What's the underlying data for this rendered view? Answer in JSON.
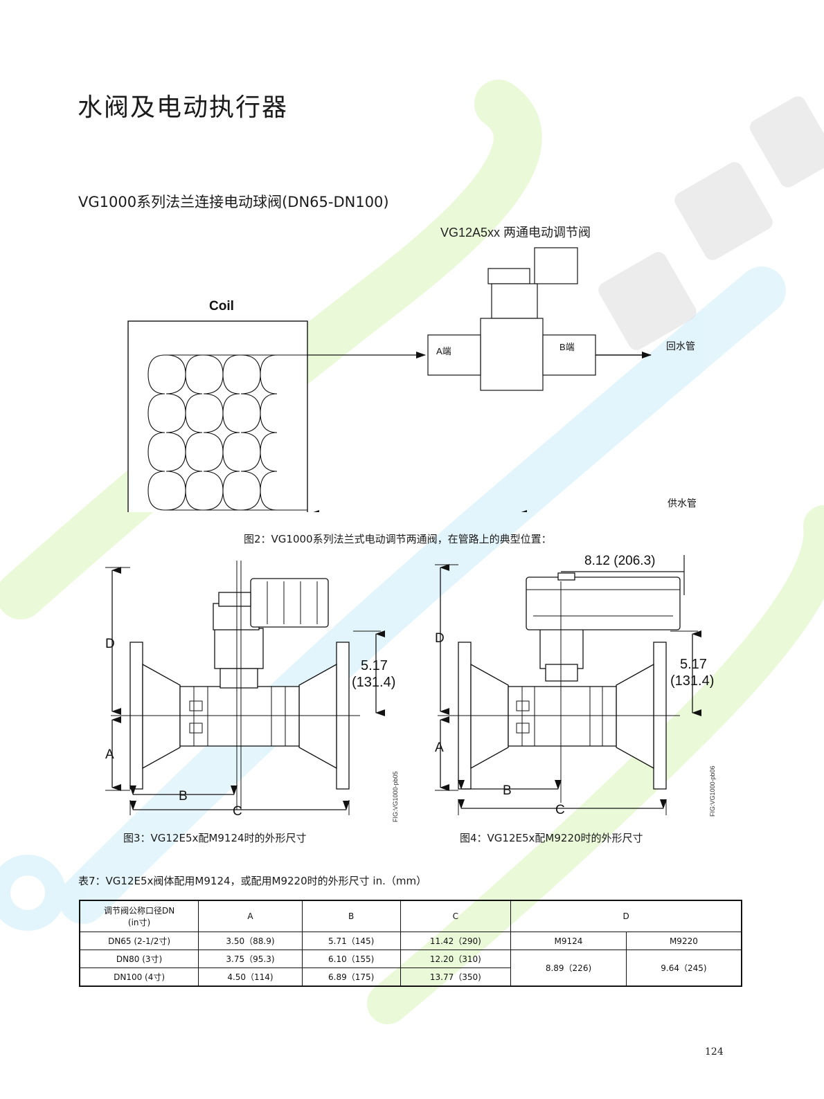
{
  "page_title": "水阀及电动执行器",
  "section_title": "VG1000系列法兰连接电动球阀(DN65-DN100)",
  "figure2": {
    "valve_title": "VG12A5xx 两通电动调节阀",
    "coil_label": "Coil",
    "port_a": "A端",
    "port_b": "B端",
    "return_pipe": "回水管",
    "supply_pipe": "供水管",
    "caption": "图2：VG1000系列法兰式电动调节两通阀，在管路上的典型位置："
  },
  "figure3": {
    "dim_d": "D",
    "dim_a": "A",
    "dim_b": "B",
    "dim_c": "C",
    "dim_517_in": "5.17",
    "dim_517_mm": "(131.4)",
    "fig_id": "FIG:VG1000-pb05",
    "caption": "图3：VG12E5x配M9124时的外形尺寸"
  },
  "figure4": {
    "dim_d": "D",
    "dim_a": "A",
    "dim_b": "B",
    "dim_c": "C",
    "dim_812": "8.12 (206.3)",
    "dim_517_in": "5.17",
    "dim_517_mm": "(131.4)",
    "fig_id": "FIG:VG1000-pb06",
    "caption": "图4：VG12E5x配M9220时的外形尺寸"
  },
  "table": {
    "caption": "表7：VG12E5x阀体配用M9124，或配用M9220时的外形尺寸 in.（mm）",
    "header": {
      "dn_line1": "调节阀公称口径DN",
      "dn_line2": "(in寸)",
      "a": "A",
      "b": "B",
      "c": "C",
      "d": "D"
    },
    "sub_d": {
      "m9124": "M9124",
      "m9220": "M9220"
    },
    "rows": [
      {
        "dn": "DN65 (2-1/2寸)",
        "a": "3.50（88.9)",
        "b": "5.71（145)",
        "c": "11.42（290)"
      },
      {
        "dn": "DN80 (3寸)",
        "a": "3.75（95.3)",
        "b": "6.10（155)",
        "c": "12.20（310)"
      },
      {
        "dn": "DN100 (4寸)",
        "a": "4.50（114)",
        "b": "6.89（175)",
        "c": "13.77（350)"
      }
    ],
    "d_values": {
      "m9124": "8.89（226)",
      "m9220": "9.64（245)"
    }
  },
  "page_number": "124",
  "colors": {
    "text": "#1a1a1a",
    "line": "#111111",
    "watermark_green": "#d9f5b8",
    "watermark_blue": "#cdeefa",
    "watermark_gray": "#e0e0e0"
  }
}
